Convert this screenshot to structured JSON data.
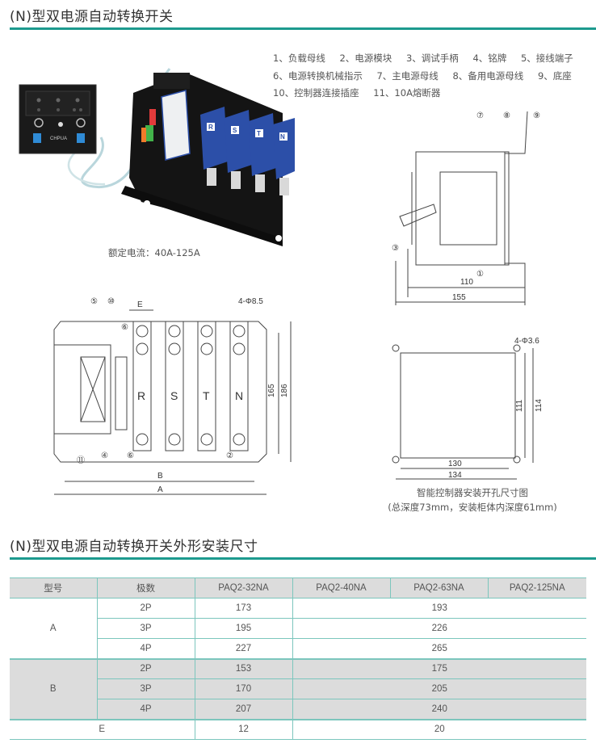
{
  "section1": {
    "title": "(N)型双电源自动转换开关"
  },
  "legend": {
    "rows": [
      [
        "1、负载母线",
        "2、电源模块",
        "3、调试手柄",
        "4、铭牌",
        "5、接线端子"
      ],
      [
        "6、电源转换机械指示",
        "7、主电源母线",
        "8、备用电源母线",
        "9、底座"
      ],
      [
        "10、控制器连接插座",
        "11、10A熔断器"
      ]
    ]
  },
  "photo": {
    "caption": "额定电流：40A-125A",
    "brand": "CHPUA",
    "poles": [
      "R",
      "S",
      "T",
      "N"
    ]
  },
  "side_view": {
    "callouts": [
      "⑦",
      "⑧",
      "⑨",
      "③",
      "①"
    ],
    "dim_inner": "110",
    "dim_outer": "155"
  },
  "front_view": {
    "callouts_top": [
      "⑤",
      "⑩",
      "⑥"
    ],
    "callouts_bottom": [
      "⑪",
      "④",
      "⑥",
      "②"
    ],
    "dim_e": "E",
    "hole_spec": "4-Φ8.5",
    "poles": [
      "R",
      "S",
      "T",
      "N"
    ],
    "dim_h_inner": "165",
    "dim_h_outer": "186",
    "dim_b": "B",
    "dim_a": "A"
  },
  "cutout": {
    "hole_spec": "4-Φ3.6",
    "dim_w_inner": "130",
    "dim_w_outer": "134",
    "dim_h_inner": "111",
    "dim_h_outer": "114",
    "caption_line1": "智能控制器安装开孔尺寸图",
    "caption_line2": "(总深度73mm，安装柜体内深度61mm)"
  },
  "section2": {
    "title": "(N)型双电源自动转换开关外形安装尺寸"
  },
  "table": {
    "headers": [
      "型号",
      "极数",
      "PAQ2-32NA",
      "PAQ2-40NA",
      "PAQ2-63NA",
      "PAQ2-125NA"
    ],
    "groups": [
      {
        "label": "A",
        "rows": [
          {
            "poles": "2P",
            "small": "173",
            "large": "193"
          },
          {
            "poles": "3P",
            "small": "195",
            "large": "226"
          },
          {
            "poles": "4P",
            "small": "227",
            "large": "265"
          }
        ]
      },
      {
        "label": "B",
        "rows": [
          {
            "poles": "2P",
            "small": "153",
            "large": "175"
          },
          {
            "poles": "3P",
            "small": "170",
            "large": "205"
          },
          {
            "poles": "4P",
            "small": "207",
            "large": "240"
          }
        ]
      }
    ],
    "e_row": {
      "label": "E",
      "small": "12",
      "large": "20"
    }
  },
  "colors": {
    "accent": "#1d9a8e",
    "table_line": "#7cc6bd",
    "table_shade": "#dcdcdc",
    "device_blue": "#2c4fa8"
  }
}
